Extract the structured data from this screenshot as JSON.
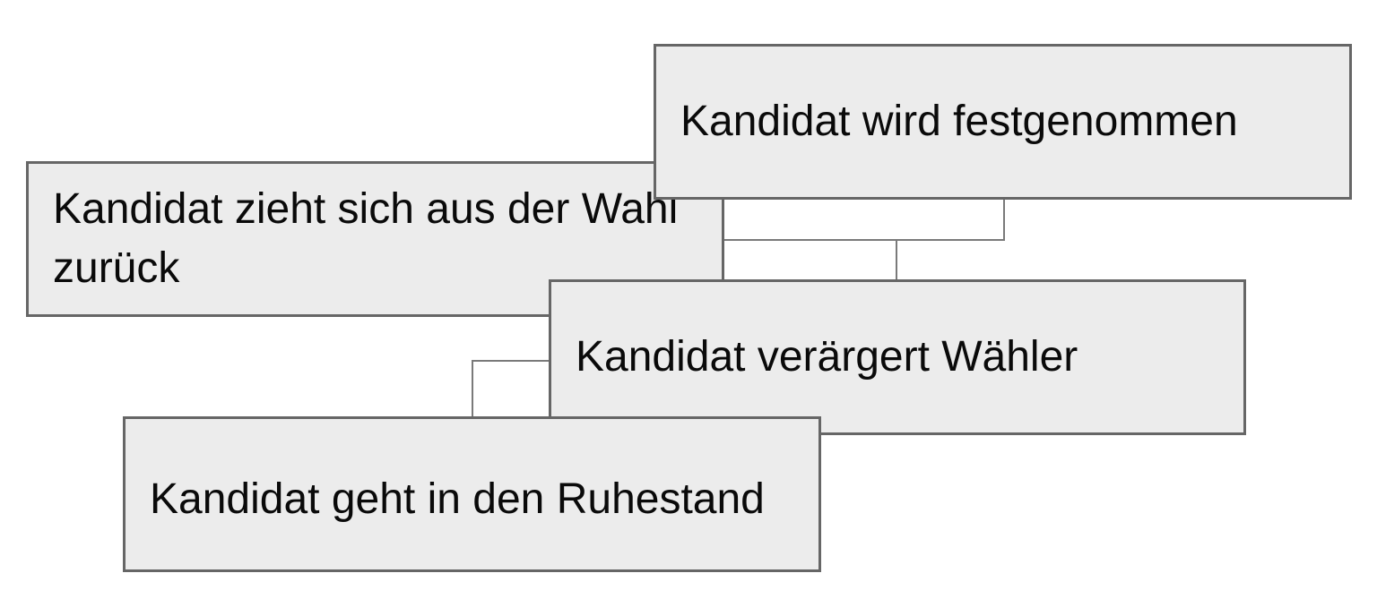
{
  "diagram": {
    "nodes": {
      "withdraws": {
        "label": "Kandidat zieht sich aus der Wahl zurück"
      },
      "arrested": {
        "label": "Kandidat wird festgenommen"
      },
      "upsets": {
        "label": "Kandidat verärgert Wähler"
      },
      "retires": {
        "label": "Kandidat geht in den Ruhestand"
      }
    },
    "colors": {
      "box_fill": "#ececec",
      "box_border": "#666666",
      "connector": "#7a7a7a",
      "text": "#0a0a0a"
    }
  }
}
